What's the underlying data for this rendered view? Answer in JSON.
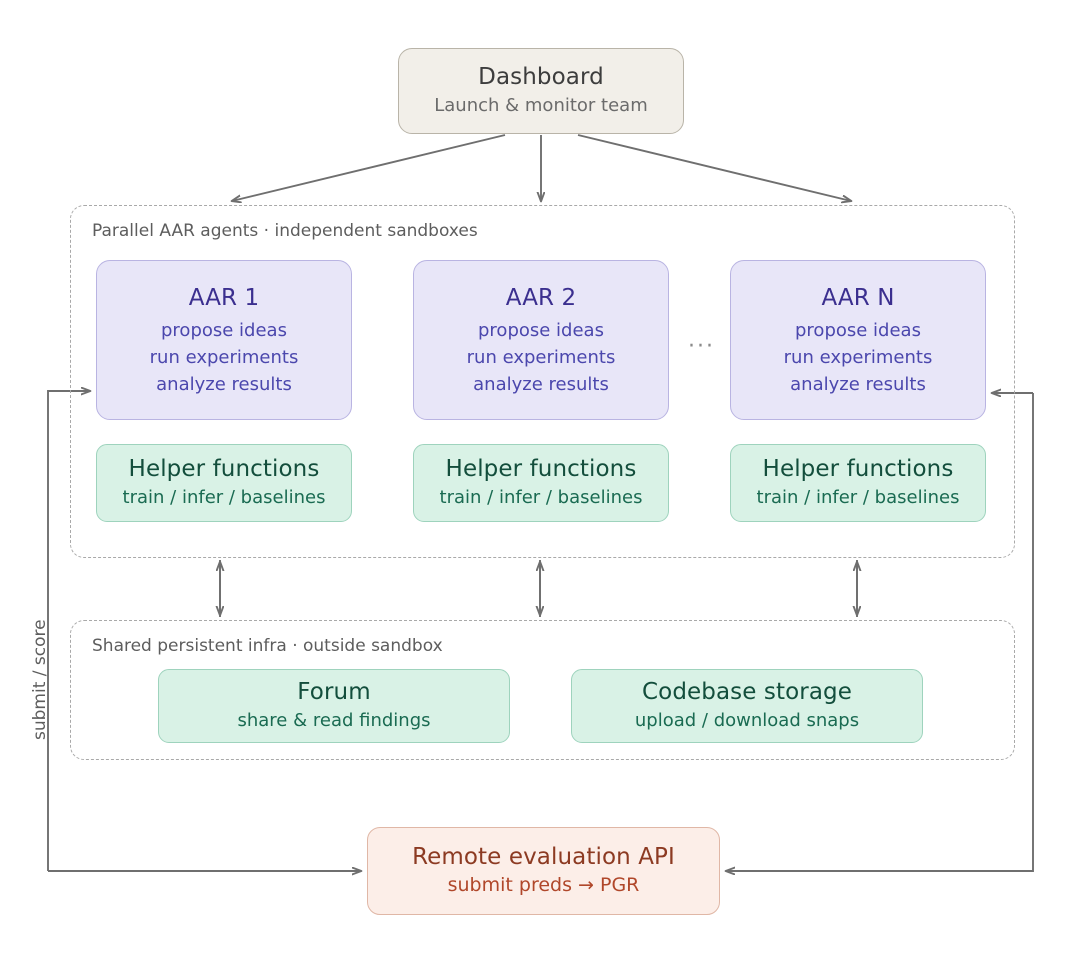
{
  "diagram": {
    "dashboard": {
      "title": "Dashboard",
      "subtitle": "Launch & monitor team"
    },
    "agents_group": {
      "label": "Parallel AAR agents · independent sandboxes",
      "ellipsis": "···",
      "agents": [
        {
          "title": "AAR 1",
          "lines": "propose ideas\nrun experiments\nanalyze results"
        },
        {
          "title": "AAR 2",
          "lines": "propose ideas\nrun experiments\nanalyze results"
        },
        {
          "title": "AAR N",
          "lines": "propose ideas\nrun experiments\nanalyze results"
        }
      ],
      "helpers": [
        {
          "title": "Helper functions",
          "subtitle": "train / infer / baselines"
        },
        {
          "title": "Helper functions",
          "subtitle": "train / infer / baselines"
        },
        {
          "title": "Helper functions",
          "subtitle": "train / infer / baselines"
        }
      ]
    },
    "infra_group": {
      "label": "Shared persistent infra · outside sandbox",
      "items": [
        {
          "title": "Forum",
          "subtitle": "share & read findings"
        },
        {
          "title": "Codebase storage",
          "subtitle": "upload / download snaps"
        }
      ]
    },
    "eval": {
      "title": "Remote evaluation API",
      "subtitle": "submit preds → PGR"
    },
    "edge_labels": {
      "submit_score": "submit / score"
    },
    "colors": {
      "agent_fill": "#e8e6f8",
      "agent_border": "#b9b4e2",
      "agent_text": "#3b2f8f",
      "helper_fill": "#d9f2e6",
      "helper_border": "#9ed3bd",
      "helper_text": "#134e3c",
      "dashboard_fill": "#f2efe9",
      "dashboard_border": "#b9b4a8",
      "eval_fill": "#fceee8",
      "eval_border": "#e0b7a6",
      "eval_text": "#8c3a22",
      "arrow": "#6f6f6f",
      "group_border": "#a9a9a9"
    }
  }
}
